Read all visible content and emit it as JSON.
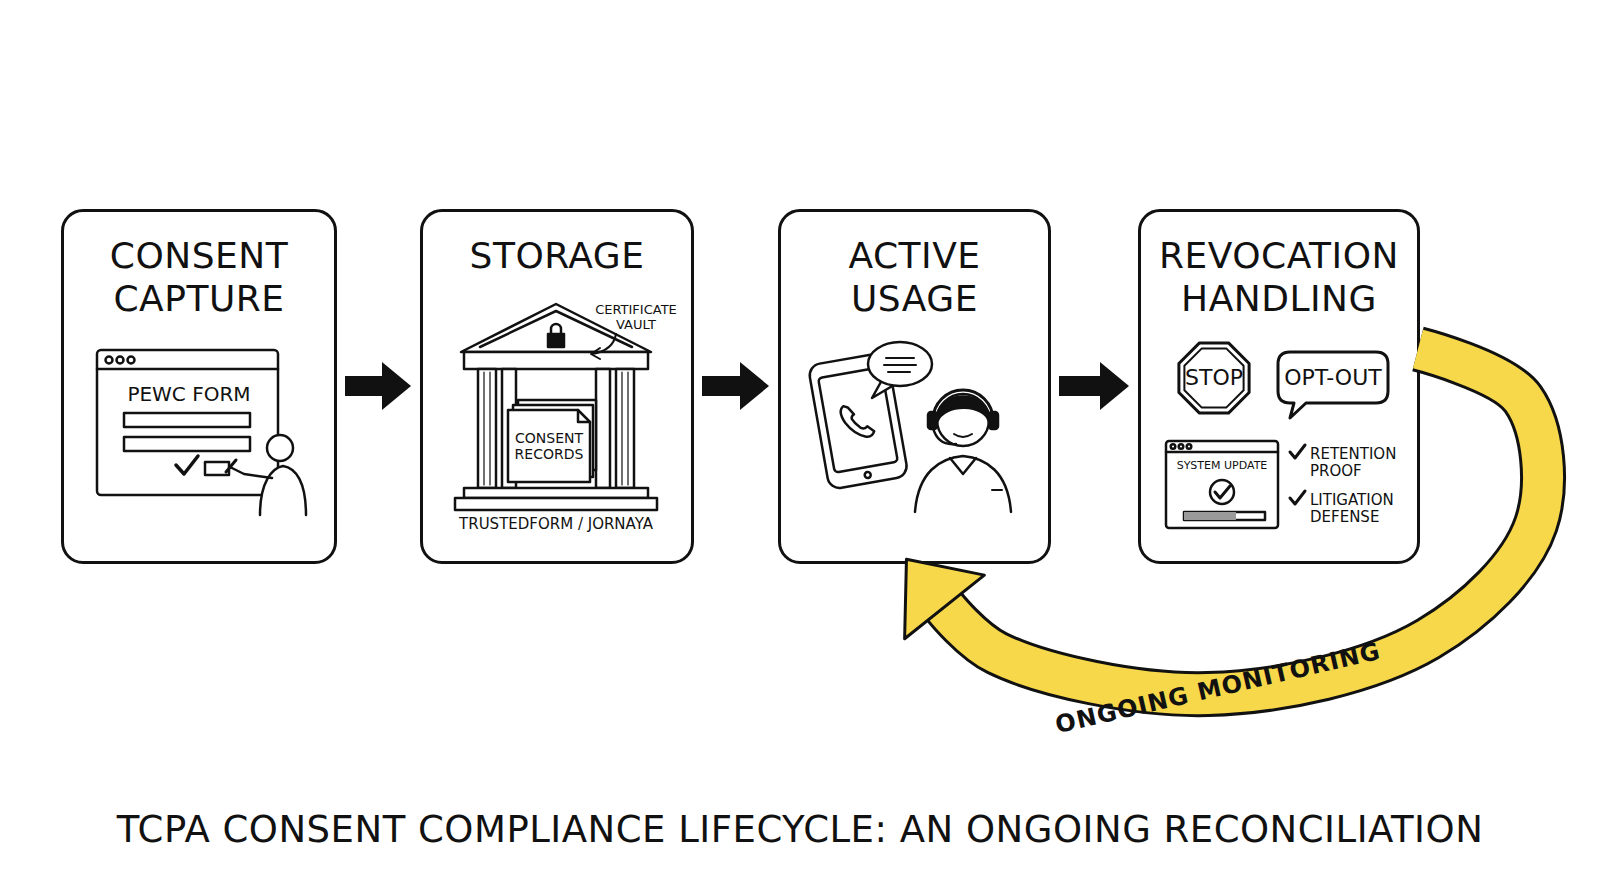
{
  "diagram": {
    "title": "TCPA CONSENT COMPLIANCE LIFECYCLE: AN ONGOING RECONCILIATION",
    "nodes": [
      {
        "text": [
          "CONSENT CAPTURE"
        ]
      },
      {
        "text": [
          "STORAGE"
        ]
      },
      {
        "text": [
          "ACTIVE USAGE"
        ]
      },
      {
        "text": [
          "REVOCATION HANDLING"
        ]
      }
    ],
    "edges": [
      {
        "from": 0,
        "to": 1,
        "arrow": "to"
      },
      {
        "from": 1,
        "to": 2,
        "arrow": "to"
      },
      {
        "from": 2,
        "to": 3,
        "arrow": "to"
      },
      {
        "from": 3,
        "to": 2,
        "label": "ONGOING MONITORING",
        "arrow": "to"
      }
    ],
    "labels": [
      "PEWC FORM",
      "CERTIFICATE VAULT",
      "CONSENT RECORDS",
      "TRUSTEDFORM / JORNAYA",
      "STOP",
      "OPT-OUT",
      "SYSTEM UPDATE",
      "RETENTION PROOF",
      "LITIGATION DEFENSE"
    ]
  }
}
